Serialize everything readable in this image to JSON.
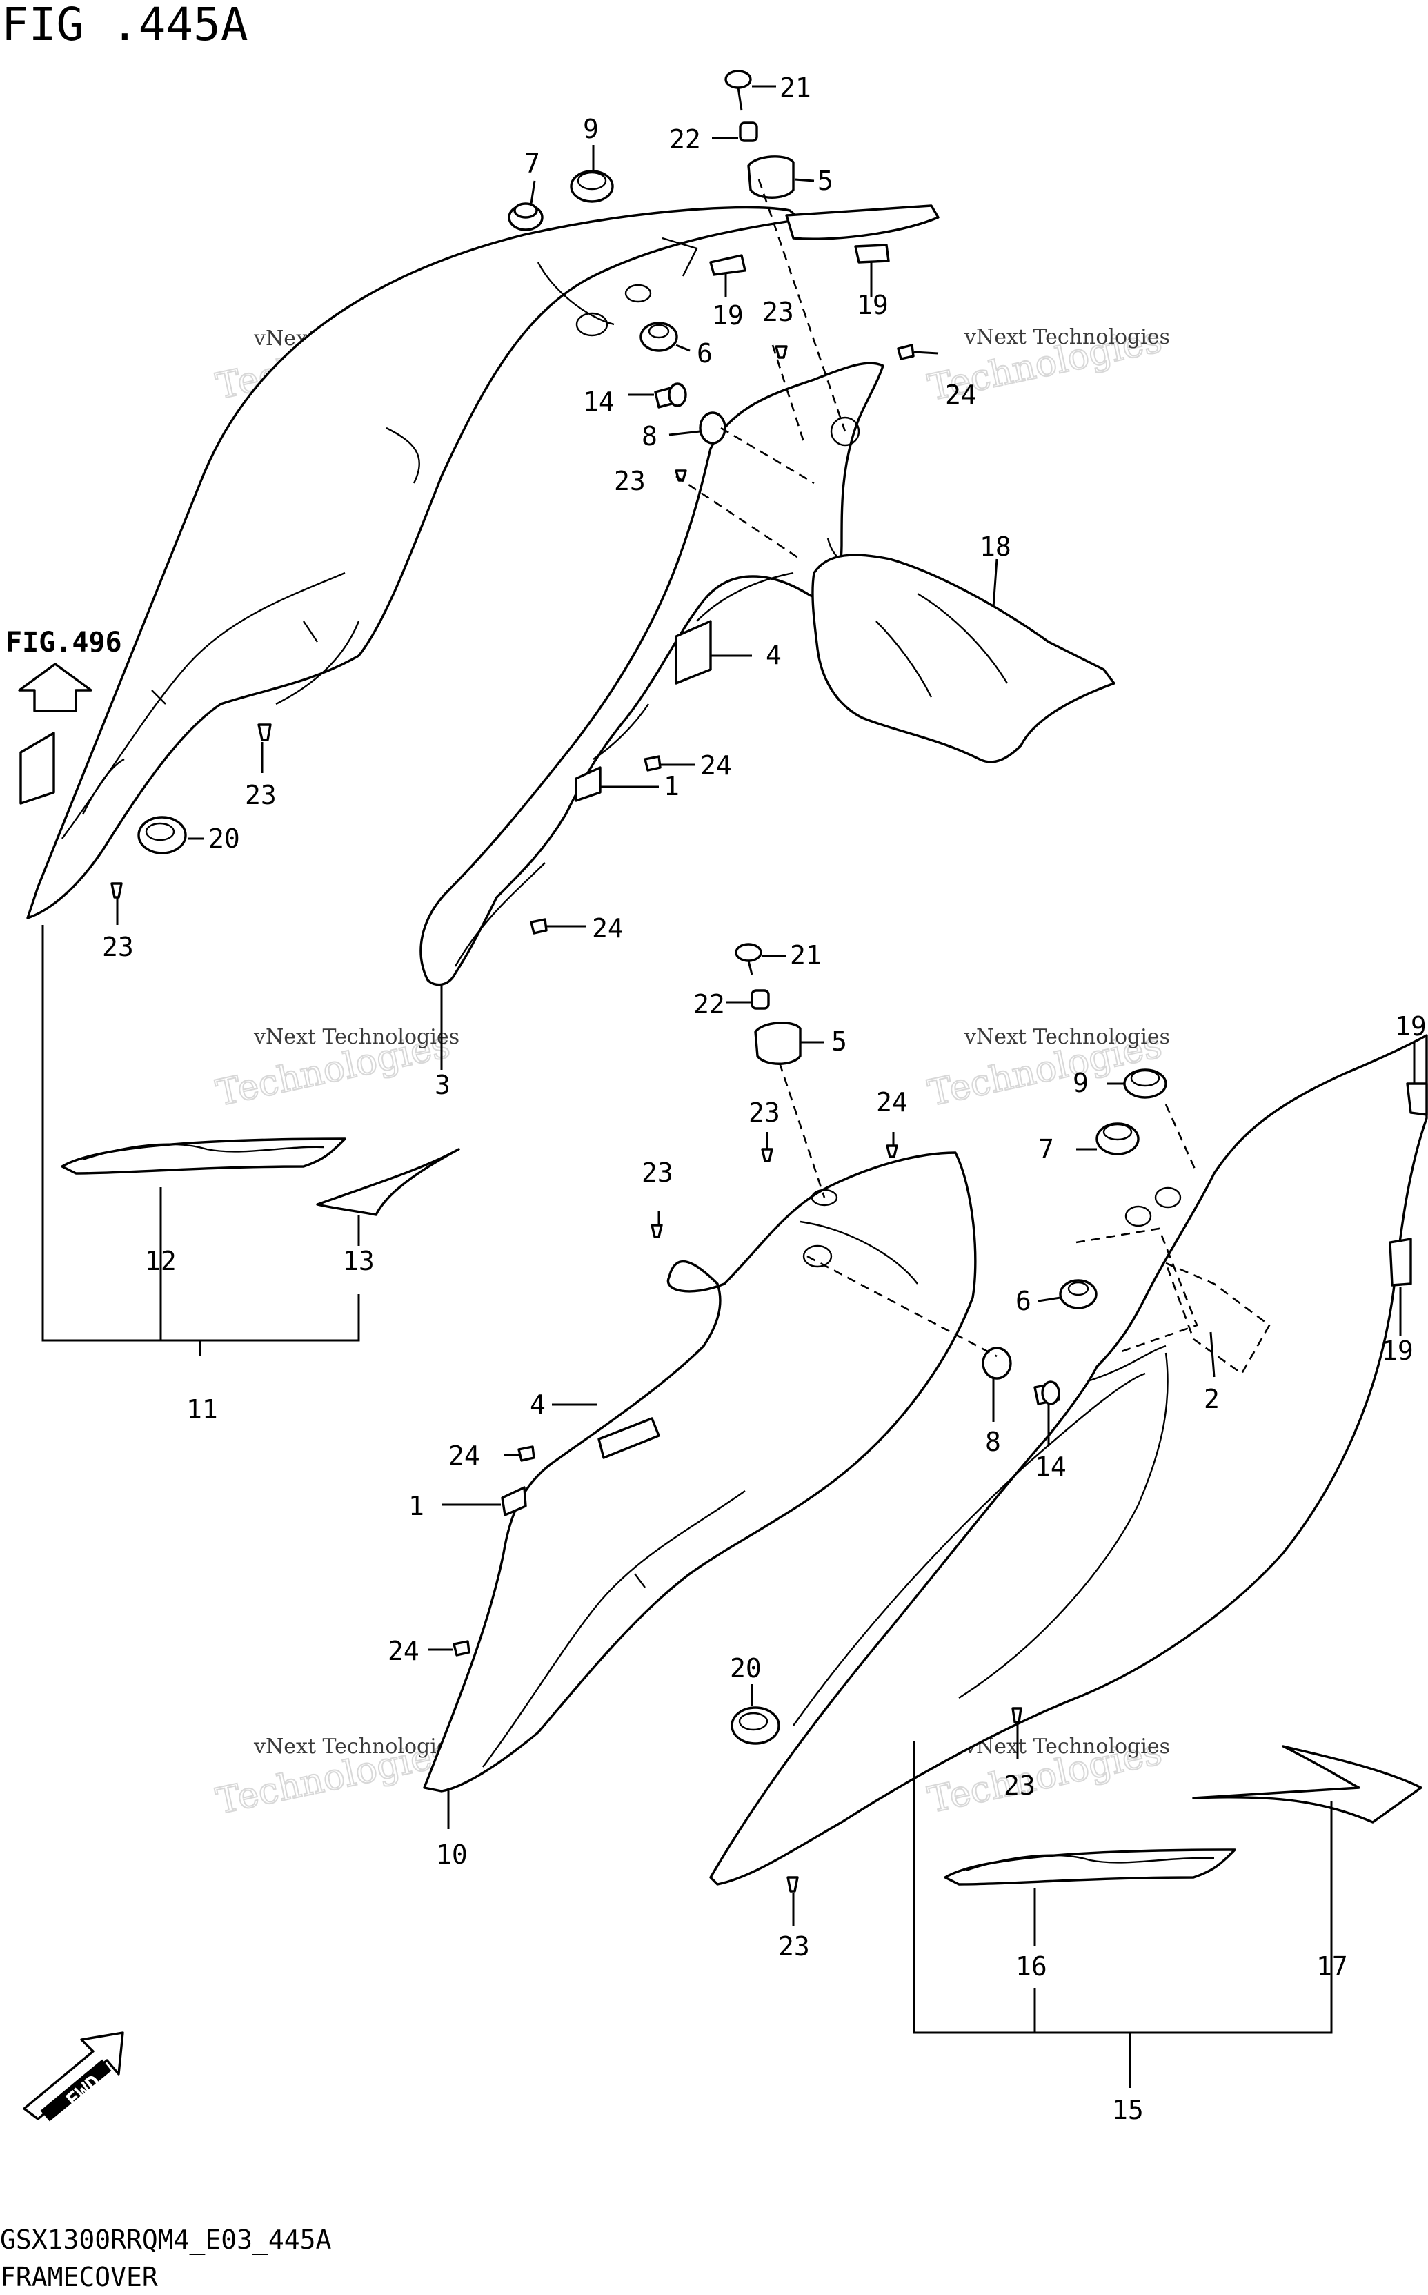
{
  "figure": {
    "title": "FIG .445A",
    "ref_fig": "FIG.496",
    "fwd_label": "FWD"
  },
  "footer": {
    "code": "GSX1300RRQM4_E03_445A",
    "name": "FRAMECOVER"
  },
  "watermark": {
    "line1": "vNext Technologies",
    "line2": "Technologies"
  },
  "callouts": {
    "upper": [
      "21",
      "22",
      "5",
      "7",
      "9",
      "19",
      "19",
      "23",
      "6",
      "24",
      "14",
      "8",
      "23",
      "18",
      "4",
      "24",
      "1",
      "23",
      "20",
      "23",
      "24",
      "3"
    ],
    "decals_left": [
      "12",
      "13",
      "11"
    ],
    "lower": [
      "21",
      "22",
      "5",
      "24",
      "23",
      "23",
      "19",
      "9",
      "7",
      "6",
      "2",
      "19",
      "4",
      "24",
      "1",
      "8",
      "14",
      "24",
      "20",
      "10",
      "23",
      "23",
      "16",
      "17",
      "15"
    ]
  }
}
